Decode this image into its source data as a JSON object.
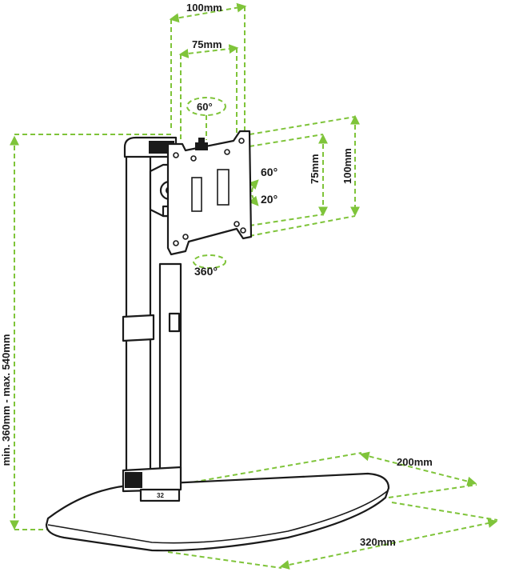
{
  "labels": {
    "width_outer": "100mm",
    "width_inner": "75mm",
    "swivel_top": "60°",
    "tilt_up": "60°",
    "tilt_down": "20°",
    "height_inner": "75mm",
    "height_outer": "100mm",
    "rotation": "360°",
    "height_range": "min. 360mm - max. 540mm",
    "base_depth": "200mm",
    "base_width": "320mm",
    "pole_marker": "32"
  },
  "colors": {
    "dimension": "#7fc43a",
    "outline": "#1a1a1a"
  }
}
